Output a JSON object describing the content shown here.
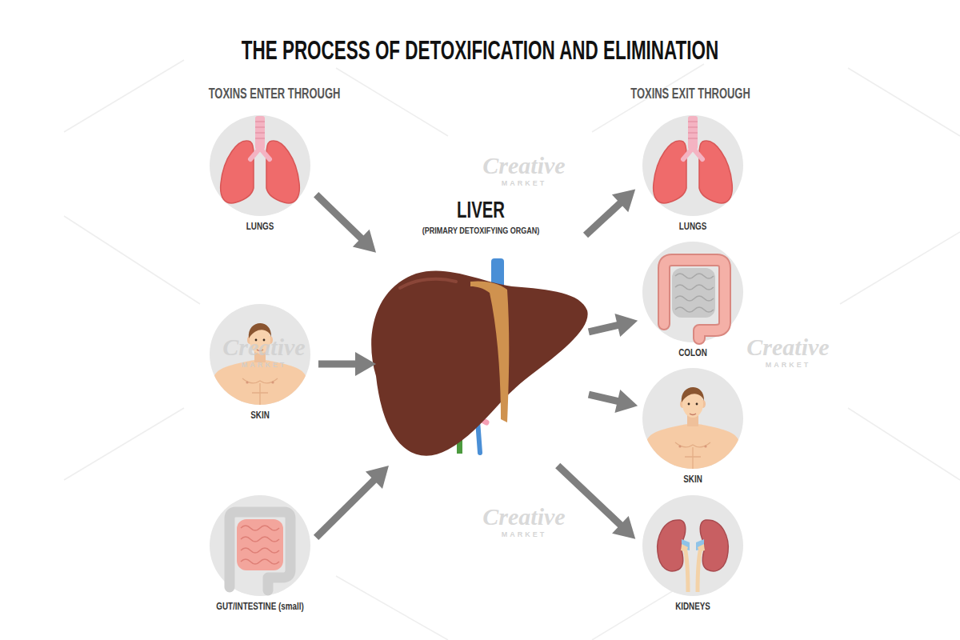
{
  "diagram": {
    "title": "THE PROCESS OF DETOXIFICATION AND ELIMINATION",
    "nodes": [
      {
        "text": [
          "LUNGS"
        ]
      },
      {
        "text": [
          "SKIN"
        ]
      },
      {
        "text": [
          "GUT/INTESTINE (small)"
        ]
      },
      {
        "text": [
          "LIVER",
          "(PRIMARY DETOXIFYING ORGAN)"
        ]
      },
      {
        "text": [
          "LUNGS"
        ]
      },
      {
        "text": [
          "COLON"
        ]
      },
      {
        "text": [
          "SKIN"
        ]
      },
      {
        "text": [
          "KIDNEYS"
        ]
      }
    ],
    "edges": [
      {
        "from": 0,
        "to": 3,
        "arrow": "to"
      },
      {
        "from": 1,
        "to": 3,
        "arrow": "to"
      },
      {
        "from": 2,
        "to": 3,
        "arrow": "to"
      },
      {
        "from": 3,
        "to": 4,
        "arrow": "to"
      },
      {
        "from": 3,
        "to": 5,
        "arrow": "to"
      },
      {
        "from": 3,
        "to": 6,
        "arrow": "to"
      },
      {
        "from": 3,
        "to": 7,
        "arrow": "to"
      }
    ],
    "labels": [
      "TOXINS ENTER THROUGH",
      "TOXINS EXIT THROUGH",
      "Creative",
      "MARKET",
      "Creative",
      "MARKET",
      "Creative",
      "MARKET",
      "Creative",
      "MARKET"
    ]
  }
}
